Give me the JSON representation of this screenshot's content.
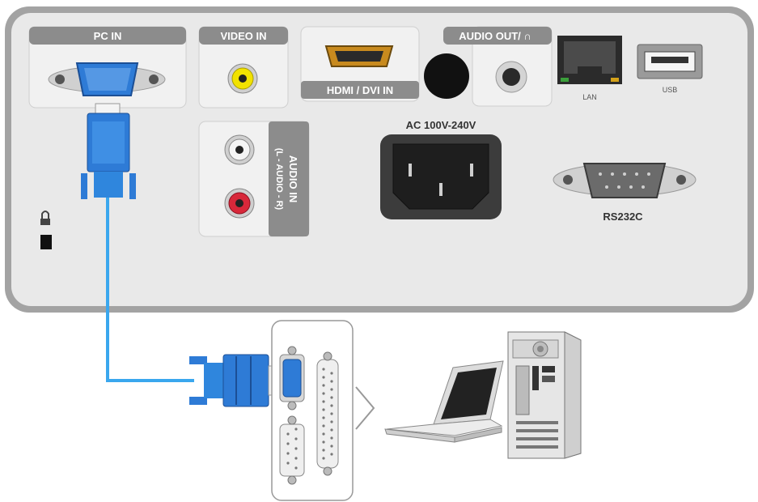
{
  "panel_labels": {
    "pc_in": "PC IN",
    "video_in": "VIDEO IN",
    "hdmi_dvi_in": "HDMI / DVI IN",
    "audio_out": "AUDIO OUT/ ∩",
    "lan": "LAN",
    "usb": "USB",
    "ac_power": "AC 100V-240V",
    "audio_in": "AUDIO IN",
    "audio_in_sub": "(L - AUDIO - R)",
    "rs232c": "RS232C"
  },
  "colors": {
    "panel_outer": "#a3a3a3",
    "panel_inner": "#e8e8e8",
    "label_bar": "#8c8c8c",
    "vga_blue": "#2e7bd6",
    "cable_blue": "#3aa7ee",
    "yellow_jack": "#f2e200",
    "red_jack": "#d8283a",
    "ac_socket": "#3c3c3c"
  },
  "icons": [
    "lock-icon",
    "headphones-icon",
    "laptop-icon",
    "desktop-pc-icon",
    "arrow-right-icon"
  ]
}
